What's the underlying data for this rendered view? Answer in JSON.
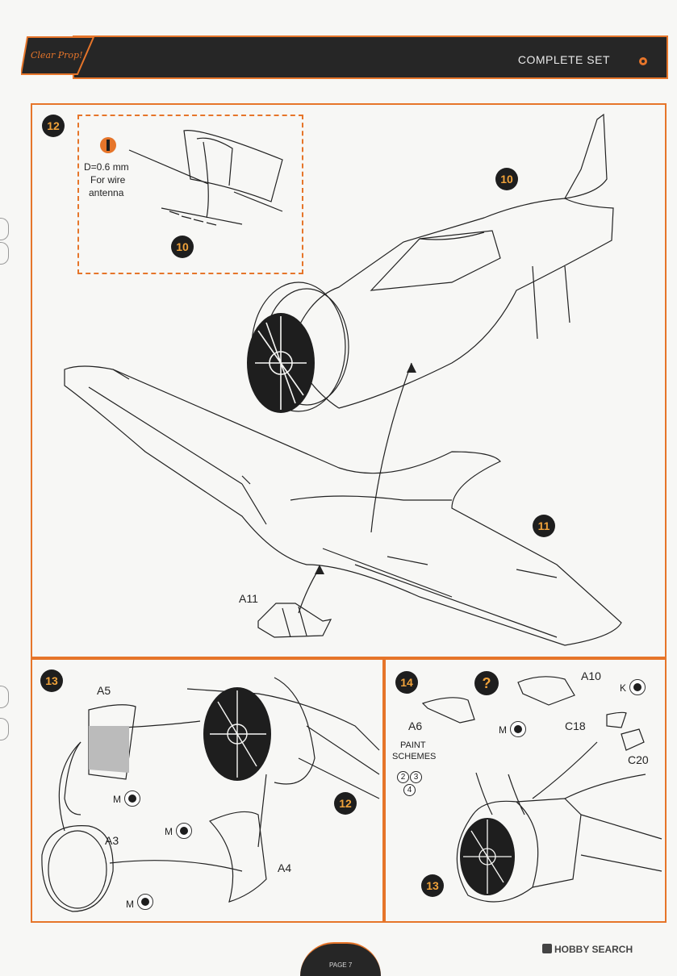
{
  "header": {
    "title": "COMPLETE SET",
    "logo_text": "Clear Prop!"
  },
  "steps": {
    "s12": "12",
    "s10_inset": "10",
    "s10": "10",
    "s11": "11",
    "s13": "13",
    "s12_ref": "12",
    "s14": "14",
    "s13_ref": "13"
  },
  "inset": {
    "drill_text_1": "D=0.6 mm",
    "drill_text_2": "For wire",
    "drill_text_3": "antenna"
  },
  "parts": {
    "a11": "A11",
    "a5": "A5",
    "a3": "A3",
    "a4": "A4",
    "a10": "A10",
    "a6": "A6",
    "c18": "C18",
    "c20": "C20"
  },
  "markers": {
    "m1": "M",
    "m2": "M",
    "m3": "M",
    "m4": "M",
    "k": "K"
  },
  "paint": {
    "label_1": "PAINT",
    "label_2": "SCHEMES",
    "schemes": [
      "2",
      "3",
      "4"
    ]
  },
  "question": "?",
  "footer": {
    "page": "PAGE 7"
  },
  "watermark": "HOBBY SEARCH",
  "colors": {
    "accent": "#e6752a",
    "dark": "#262626",
    "badge_text": "#f0a23a"
  }
}
